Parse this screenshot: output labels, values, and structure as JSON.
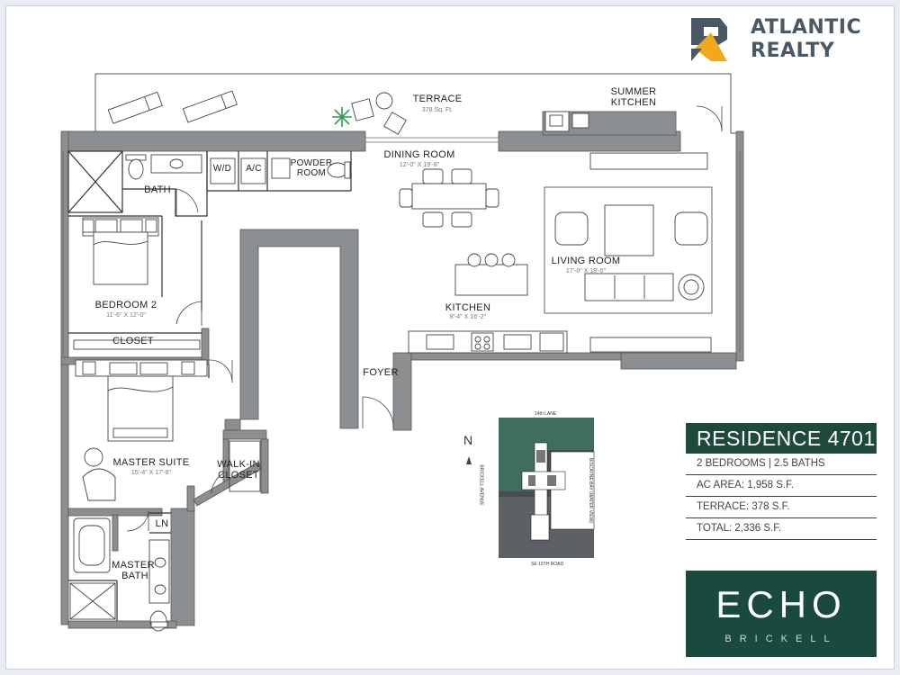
{
  "brand": {
    "line1": "ATLANTIC",
    "line2": "REALTY"
  },
  "rooms": {
    "terrace": {
      "name": "TERRACE",
      "dim": "378 Sq. Ft."
    },
    "summer_kitchen": {
      "line1": "SUMMER",
      "line2": "KITCHEN"
    },
    "dining_room": {
      "name": "DINING ROOM",
      "dim": "12'-0\" X 19'-8\""
    },
    "powder_room": {
      "line1": "POWDER",
      "line2": "ROOM"
    },
    "wd": "W/D",
    "ac": "A/C",
    "bath": "BATH",
    "bedroom2": {
      "name": "BEDROOM 2",
      "dim": "11'-6\" X 12'-0\""
    },
    "closet": "CLOSET",
    "living_room": {
      "name": "LIVING ROOM",
      "dim": "17'-0\" X 18'-6\""
    },
    "kitchen": {
      "name": "KITCHEN",
      "dim": "8'-4\" X 16'-2\""
    },
    "foyer": "FOYER",
    "master_suite": {
      "name": "MASTER SUITE",
      "dim": "15'-4\" X 17'-8\""
    },
    "walkin": {
      "line1": "WALK-IN",
      "line2": "CLOSET"
    },
    "ln": "LN",
    "master_bath": {
      "line1": "MASTER",
      "line2": "BATH"
    }
  },
  "keyplan": {
    "north": "N",
    "top_street": "14th LANE",
    "bottom_street": "SE 15TH ROAD",
    "left_street": "BRICKELL AVENUE",
    "right_street": "BISCAYNE BAY (WATER VIEW)"
  },
  "residence": {
    "title": "RESIDENCE",
    "unit": "4701",
    "rows": [
      "2 BEDROOMS | 2.5 BATHS",
      "AC AREA: 1,958 S.F.",
      "TERRACE: 378 S.F.",
      "TOTAL: 2,336 S.F."
    ]
  },
  "echo": {
    "word": "ECHO",
    "sub": "BRICKELL"
  },
  "colors": {
    "wall": "#8a8d90",
    "brand_blue": "#4a5866",
    "brand_orange": "#f2a81d",
    "green": "#1d4a3c",
    "keyplan_green": "#3f6e5c"
  }
}
